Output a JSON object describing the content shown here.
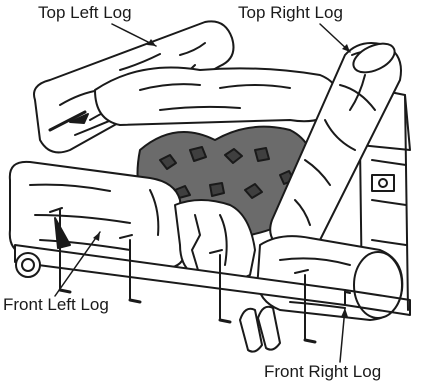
{
  "labels": {
    "top_left_log": "Top Left Log",
    "top_right_log": "Top Right Log",
    "front_left_log": "Front Left Log",
    "front_right_log": "Front Right Log"
  },
  "colors": {
    "line": "#1a1a1a",
    "ember_fill": "#6b6b6b",
    "background": "#ffffff"
  }
}
